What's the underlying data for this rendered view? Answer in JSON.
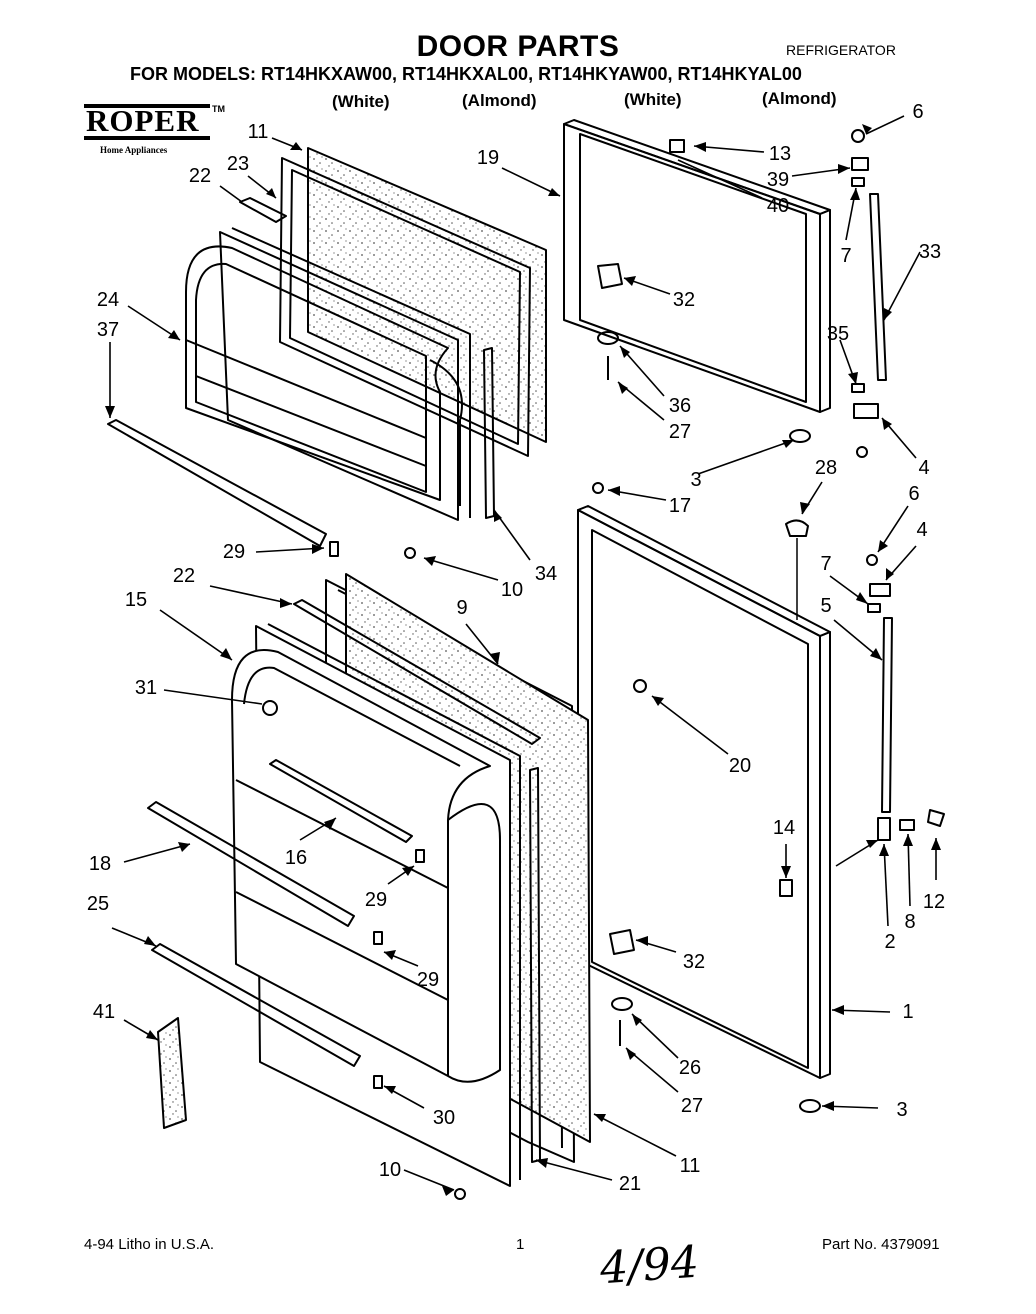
{
  "header": {
    "title": "DOOR PARTS",
    "subtitle": "REFRIGERATOR",
    "models": "FOR MODELS: RT14HKXAW00, RT14HKXAL00, RT14HKYAW00, RT14HKYAL00",
    "colors": [
      "(White)",
      "(Almond)",
      "(White)",
      "(Almond)"
    ]
  },
  "logo": {
    "brand": "ROPER",
    "tm": "TM",
    "tagline": "Home Appliances"
  },
  "footer": {
    "date_litho": "4-94  Litho in U.S.A.",
    "page": "1",
    "part_no": "Part No. 4379091",
    "handwritten": "4/94"
  },
  "callouts": [
    "11",
    "23",
    "22",
    "24",
    "37",
    "29",
    "10",
    "34",
    "19",
    "13",
    "40",
    "39",
    "6",
    "7",
    "33",
    "32",
    "36",
    "27",
    "35",
    "4",
    "3",
    "17",
    "28",
    "6",
    "4",
    "7",
    "5",
    "22",
    "9",
    "15",
    "31",
    "20",
    "16",
    "18",
    "29",
    "29",
    "14",
    "12",
    "8",
    "2",
    "25",
    "41",
    "32",
    "1",
    "26",
    "27",
    "30",
    "3",
    "10",
    "21",
    "11"
  ]
}
